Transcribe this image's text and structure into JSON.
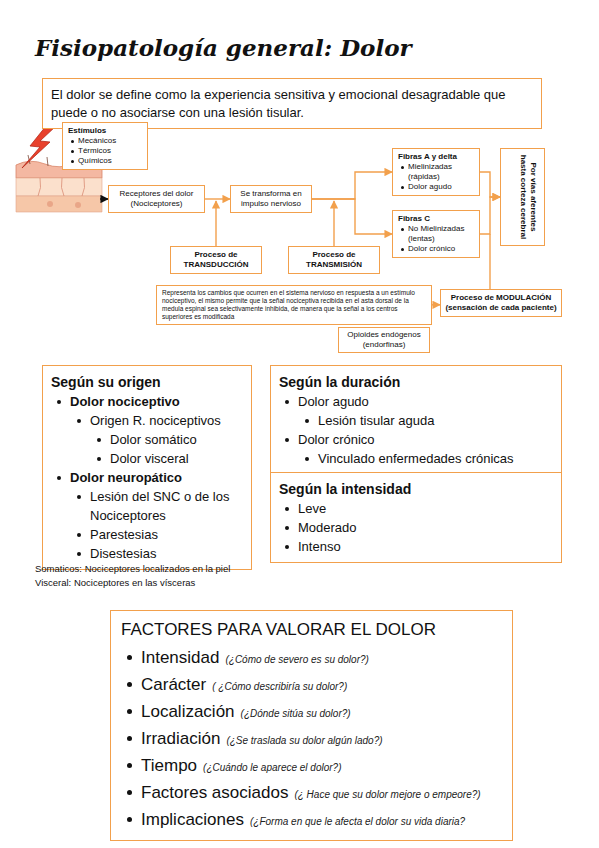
{
  "diagram": {
    "title": "Fisiopatología general: Dolor",
    "nodes": [
      {
        "text": [
          "El dolor se define como la experiencia sensitiva y emocional desagradable que puede o no asociarse con una lesión tisular."
        ]
      },
      {
        "text": [
          "Estímulos",
          "Mecánicos",
          "Térmicos",
          "Químicos"
        ]
      },
      {
        "text": [
          "Receptores del dolor (Nociceptores)"
        ]
      },
      {
        "text": [
          "Se transforma en impulso nervioso"
        ]
      },
      {
        "text": [
          "Fibras A y delta",
          "Mielinizadas (rápidas)",
          "Dolor agudo"
        ]
      },
      {
        "text": [
          "Fibras C",
          "No Mielinizadas (lentas)",
          "Dolor crónico"
        ]
      },
      {
        "text": [
          "Por vías aferentes hasta corteza cerebral"
        ]
      },
      {
        "text": [
          "Proceso de TRANSDUCCIÓN"
        ]
      },
      {
        "text": [
          "Proceso de TRANSMISIÓN"
        ]
      },
      {
        "text": [
          "Representa los cambios que ocurren en el sistema nervioso en respuesta a un estímulo nociceptivo, el mismo permite que la señal nociceptiva recibida en el asta dorsal de la medula espinal sea selectivamente inhibida, de manera que la señal a los centros superiores es modificada"
        ]
      },
      {
        "text": [
          "Proceso de MODULACIÓN (sensación de cada paciente)"
        ]
      },
      {
        "text": [
          "Opioides endógenos (endorfinas)"
        ]
      },
      {
        "text": [
          "Según su origen",
          "Dolor nociceptivo",
          "Origen R. nociceptivos",
          "Dolor somático",
          "Dolor visceral",
          "Dolor neuropático",
          "Lesión del SNC o de los Nociceptores",
          "Parestesias",
          "Disestesias"
        ]
      },
      {
        "text": [
          "Según la duración",
          "Dolor agudo",
          "Lesión tisular aguda",
          "Dolor crónico",
          "Vinculado enfermedades crónicas"
        ]
      },
      {
        "text": [
          "Según la intensidad",
          "Leve",
          "Moderado",
          "Intenso"
        ]
      },
      {
        "text": [
          "FACTORES PARA VALORAR EL DOLOR",
          "Intensidad",
          "(¿Cómo de severo es su dolor?)",
          "Carácter",
          "( ¿Cómo describiría su dolor?)",
          "Localización",
          "(¿Dónde sitúa su dolor?)",
          "Irradiación",
          "(¿Se traslada su dolor algún lado?)",
          "Tiempo",
          "(¿Cuándo le aparece el dolor?)",
          "Factores asociados",
          "(¿ Hace que su dolor mejore o empeore?)",
          "Implicaciones",
          "(¿Forma en que le afecta el dolor su vida diaria?"
        ]
      }
    ],
    "edges": [
      {
        "from": 2,
        "to": 3,
        "arrow": "to"
      },
      {
        "from": 3,
        "to": 4,
        "arrow": "to"
      },
      {
        "from": 3,
        "to": 5,
        "arrow": "to"
      },
      {
        "from": 4,
        "to": 6,
        "arrow": "to"
      },
      {
        "from": 5,
        "to": 6,
        "arrow": "to"
      },
      {
        "from": 9,
        "to": 10,
        "arrow": "to"
      }
    ],
    "labels": [
      "Somaticos: Nociceptores localizados en la piel",
      "Visceral: Nociceptores en las vísceras"
    ]
  }
}
